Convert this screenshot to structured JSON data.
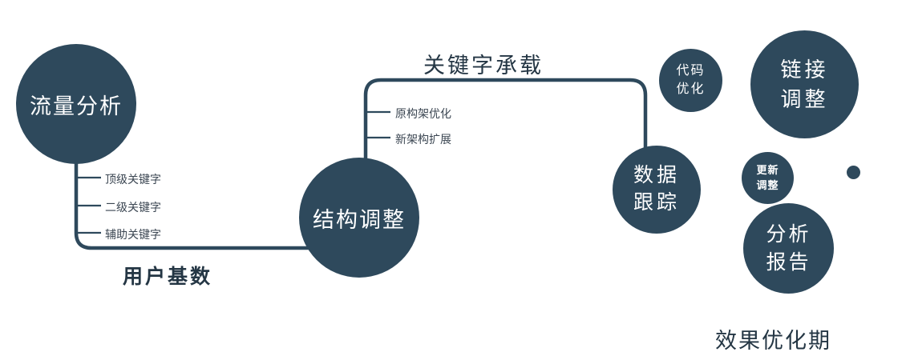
{
  "diagram": {
    "accent": "#2e495c",
    "nodes": {
      "traffic": {
        "label": "流量分析"
      },
      "structure": {
        "label": "结构调整"
      },
      "tracking": {
        "line1": "数据",
        "line2": "跟踪"
      },
      "code": {
        "line1": "代码",
        "line2": "优化"
      },
      "link": {
        "line1": "链接",
        "line2": "调整"
      },
      "update": {
        "line1": "更新",
        "line2": "调整"
      },
      "report": {
        "line1": "分析",
        "line2": "报告"
      }
    },
    "edges": {
      "user_base_label": "用户基数",
      "keyword_label": "关键字承载"
    },
    "traffic_branches": [
      "顶级关键字",
      "二级关键字",
      "辅助关键字"
    ],
    "structure_branches": [
      "原构架优化",
      "新架构扩展"
    ],
    "footer_label": "效果优化期"
  }
}
